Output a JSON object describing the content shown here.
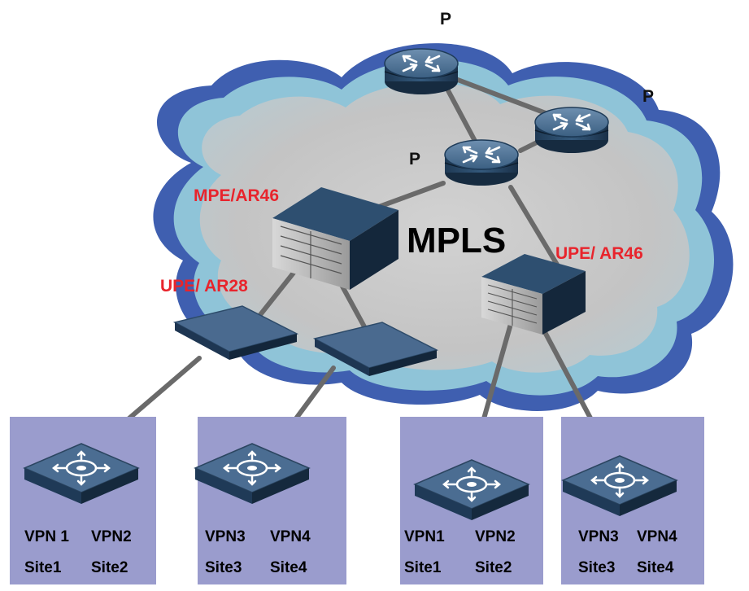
{
  "labels": {
    "p_top": "P",
    "p_right": "P",
    "p_center": "P",
    "mpe": "MPE/AR46",
    "upe_left": "UPE/ AR28",
    "upe_right": "UPE/ AR46",
    "cloud": "MPLS"
  },
  "sites": [
    {
      "vpn_a": "VPN 1",
      "vpn_b": "VPN2",
      "site_a": "Site1",
      "site_b": "Site2"
    },
    {
      "vpn_a": "VPN3",
      "vpn_b": "VPN4",
      "site_a": "Site3",
      "site_b": "Site4"
    },
    {
      "vpn_a": "VPN1",
      "vpn_b": "VPN2",
      "site_a": "Site1",
      "site_b": "Site2"
    },
    {
      "vpn_a": "VPN3",
      "vpn_b": "VPN4",
      "site_a": "Site3",
      "site_b": "Site4"
    }
  ],
  "colors": {
    "cloud_outer": "#3f5fb0",
    "cloud_mid": "#8fc4d8",
    "cloud_inner": "#c9c9c9",
    "site_box": "#9a9ccd",
    "device_blue": "#2b4d6e",
    "label_red": "#e8242c"
  }
}
